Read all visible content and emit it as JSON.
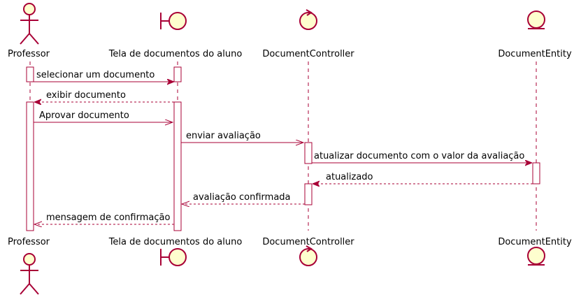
{
  "participants": [
    {
      "id": "professor",
      "name": "Professor",
      "kind": "actor"
    },
    {
      "id": "tela",
      "name": "Tela de documentos do aluno",
      "kind": "boundary"
    },
    {
      "id": "controller",
      "name": "DocumentController",
      "kind": "control"
    },
    {
      "id": "entity",
      "name": "DocumentEntity",
      "kind": "entity"
    }
  ],
  "messages": [
    {
      "from": "professor",
      "to": "tela",
      "label": "selecionar um documento",
      "style": "sync"
    },
    {
      "from": "tela",
      "to": "professor",
      "label": "exibir documento",
      "style": "return"
    },
    {
      "from": "professor",
      "to": "tela",
      "label": "Aprovar documento",
      "style": "async"
    },
    {
      "from": "tela",
      "to": "controller",
      "label": "enviar avaliação",
      "style": "async"
    },
    {
      "from": "controller",
      "to": "entity",
      "label": "atualizar documento com o valor da avaliação",
      "style": "sync"
    },
    {
      "from": "entity",
      "to": "controller",
      "label": "atualizado",
      "style": "return"
    },
    {
      "from": "controller",
      "to": "tela",
      "label": "avaliação confirmada",
      "style": "return-open"
    },
    {
      "from": "tela",
      "to": "professor",
      "label": "mensagem de confirmação",
      "style": "return-open"
    }
  ],
  "colors": {
    "line": "#A80036",
    "fill": "#FEFECE",
    "text": "#000000",
    "lifeline": "#A80036"
  }
}
